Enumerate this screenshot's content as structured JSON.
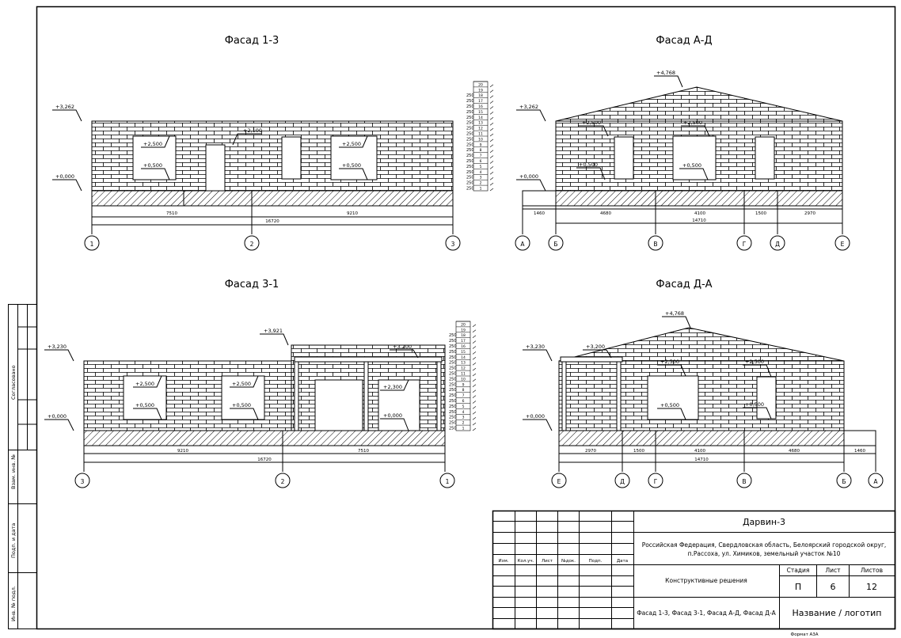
{
  "facades": [
    {
      "title": "Фасад 1-3",
      "levels": [
        "+3,262",
        "+0,000",
        "+2,100",
        "+2,500",
        "+0,500",
        "+2,500",
        "+0,500"
      ],
      "dims": [
        "7510",
        "9210",
        "16720"
      ],
      "axes": [
        "1",
        "2",
        "3"
      ]
    },
    {
      "title": "Фасад А-Д",
      "levels": [
        "+4,768",
        "+3,262",
        "+2,500",
        "+2,500",
        "+0,500",
        "+0,500",
        "+0,000"
      ],
      "dims": [
        "1460",
        "4680",
        "4100",
        "1500",
        "2970",
        "14710"
      ],
      "axes": [
        "А",
        "Б",
        "В",
        "Г",
        "Д",
        "Е"
      ]
    },
    {
      "title": "Фасад 3-1",
      "levels": [
        "+3,921",
        "+3,230",
        "+3,200",
        "+2,500",
        "+2,500",
        "+2,300",
        "+0,500",
        "+0,500",
        "+0,000",
        "+0,000"
      ],
      "dims": [
        "9210",
        "7510",
        "16720"
      ],
      "axes": [
        "3",
        "2",
        "1"
      ]
    },
    {
      "title": "Фасад Д-А",
      "levels": [
        "+4,768",
        "+3,230",
        "+3,200",
        "+2,500",
        "+2,500",
        "+0,500",
        "+0,500",
        "+0,000"
      ],
      "dims": [
        "2970",
        "1500",
        "4100",
        "4680",
        "1460",
        "14710"
      ],
      "axes": [
        "Е",
        "Д",
        "Г",
        "В",
        "Б",
        "А"
      ]
    }
  ],
  "course_rows_1": [
    "250",
    "250",
    "250",
    "250",
    "250",
    "250",
    "250",
    "250",
    "250",
    "250",
    "250",
    "250",
    "250",
    "250",
    "250",
    "250",
    "250",
    "250"
  ],
  "course_nums_1": [
    "20",
    "19",
    "18",
    "17",
    "16",
    "15",
    "14",
    "13",
    "12",
    "11",
    "10",
    "9",
    "8",
    "7",
    "6",
    "5",
    "4",
    "3",
    "2",
    "1"
  ],
  "course_rows_2": [
    "250",
    "250",
    "250",
    "250",
    "250",
    "250",
    "250",
    "250",
    "250",
    "250",
    "250",
    "250",
    "250",
    "250",
    "250",
    "250",
    "250",
    "250"
  ],
  "course_nums_2": [
    "20",
    "19",
    "18",
    "17",
    "16",
    "15",
    "14",
    "13",
    "12",
    "11",
    "10",
    "9",
    "8",
    "7",
    "6",
    "5",
    "4",
    "3",
    "2",
    "1"
  ],
  "side_labels": [
    "Согласовано",
    "Взам. инв. №",
    "Подп. и дата",
    "Инв. № подл."
  ],
  "stamp": {
    "col_headers": [
      "Изм.",
      "Кол.уч.",
      "Лист",
      "№док.",
      "Подп.",
      "Дата"
    ],
    "project": "Дарвин-3",
    "address_line1": "Российская Федерация, Свердловская область, Белоярский городской округ,",
    "address_line2": "п.Рассоха, ул. Химиков, земельный участок №10",
    "section": "Конструктивные решения",
    "stage_label": "Стадия",
    "sheet_label": "Лист",
    "sheets_label": "Листов",
    "stage": "П",
    "sheet": "6",
    "sheets": "12",
    "drawing_name": "Фасад 1-3, Фасад 3-1, Фасад А-Д, Фасад Д-А",
    "logo": "Название / логотип",
    "format": "Формат А3А"
  }
}
